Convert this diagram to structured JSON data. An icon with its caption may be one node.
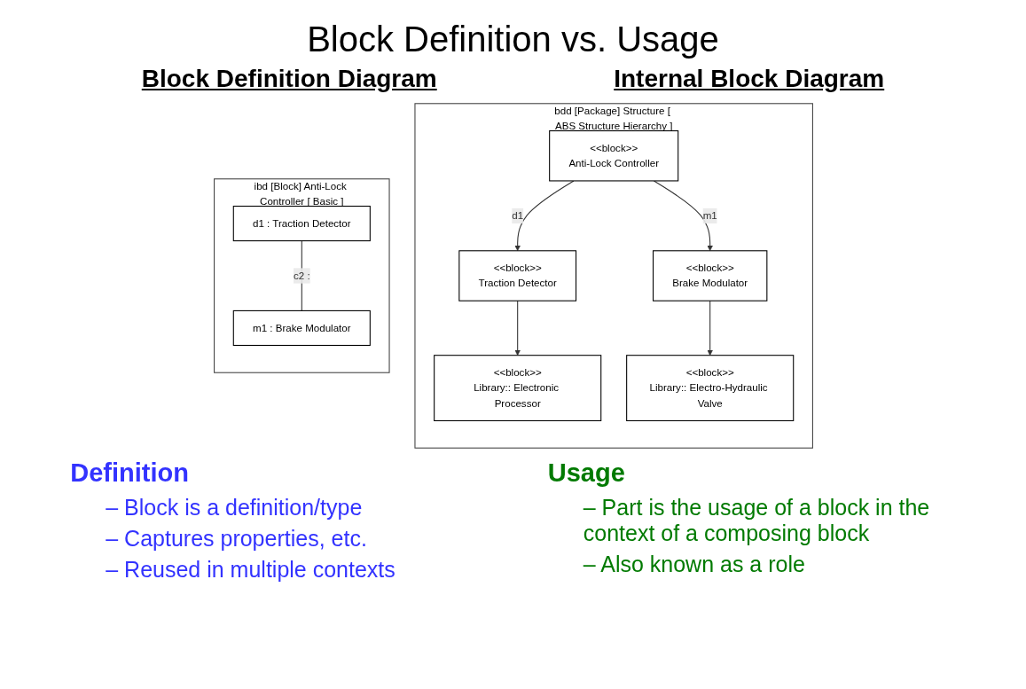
{
  "diagram": {
    "title": "Block Definition vs. Usage",
    "nodes": [
      {
        "text": [
          "bdd [Package] Structure [ ABS Structure Hierarchy ]"
        ]
      },
      {
        "text": [
          "<<block>>",
          "Library:: Electronic Processor"
        ],
        "in": 0
      },
      {
        "text": [
          "<<block>>",
          "Anti-Lock Controller"
        ],
        "in": 0
      },
      {
        "text": [
          "<<block>>",
          "Library:: Electro-Hydraulic Valve"
        ],
        "in": 0
      },
      {
        "text": [
          "<<block>>",
          "Traction Detector"
        ],
        "in": 0
      },
      {
        "text": [
          "<<block>>",
          "Brake Modulator"
        ],
        "in": 0
      },
      {
        "text": [
          "ibd [Block] Anti-Lock Controller [ Basic ]"
        ]
      },
      {
        "text": [
          "d1 : Traction Detector"
        ],
        "in": 6
      },
      {
        "text": [
          "m1 : Brake Modulator"
        ],
        "in": 6
      }
    ],
    "edges": [
      {
        "from": 4,
        "to": 1,
        "arrow": "to"
      },
      {
        "from": 2,
        "to": 4,
        "arrow": "to",
        "label": "d1"
      },
      {
        "from": 2,
        "to": 5,
        "arrow": "to",
        "label": "m1"
      },
      {
        "from": 5,
        "to": 3,
        "arrow": "to"
      },
      {
        "from": 7,
        "to": 8,
        "arrow": "none",
        "label": "c2 :"
      }
    ],
    "labels": [
      "Block Definition Diagram",
      "Internal Block Diagram",
      "Definition",
      "– Block is a definition/type",
      "– Captures properties, etc.",
      "– Reused in multiple contexts",
      "Usage",
      "– Part is the usage of a block in the context of a composing block",
      "– Also known as a role"
    ]
  }
}
